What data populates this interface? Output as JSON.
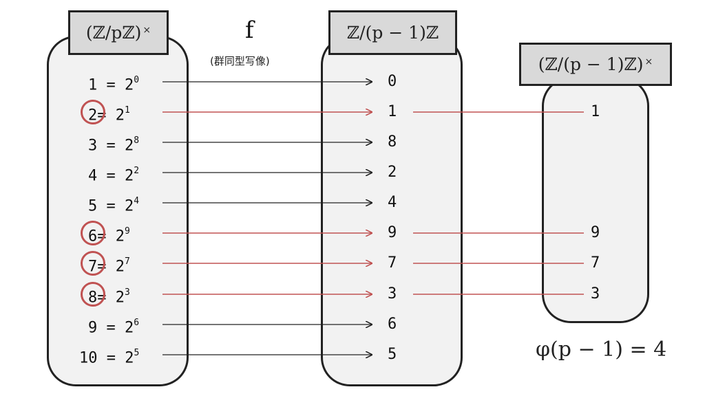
{
  "map": {
    "name": "f",
    "subtitle": "(群同型写像)"
  },
  "domain_set": {
    "label": "(ℤ/pℤ)",
    "label_sup": "×"
  },
  "middle_set": {
    "label": "ℤ/(p − 1)ℤ"
  },
  "right_set": {
    "label": "(ℤ/(p − 1)ℤ)",
    "label_sup": "×"
  },
  "rows": [
    {
      "n": "1",
      "eq": " = 2",
      "exp": "0",
      "img": "0",
      "circled": false
    },
    {
      "n": "2",
      "eq": "= 2",
      "exp": "1",
      "img": "1",
      "circled": true
    },
    {
      "n": "3",
      "eq": " = 2",
      "exp": "8",
      "img": "8",
      "circled": false
    },
    {
      "n": "4",
      "eq": " = 2",
      "exp": "2",
      "img": "2",
      "circled": false
    },
    {
      "n": "5",
      "eq": " = 2",
      "exp": "4",
      "img": "4",
      "circled": false
    },
    {
      "n": "6",
      "eq": "= 2",
      "exp": "9",
      "img": "9",
      "circled": true
    },
    {
      "n": "7",
      "eq": "= 2",
      "exp": "7",
      "img": "7",
      "circled": true
    },
    {
      "n": "8",
      "eq": "= 2",
      "exp": "3",
      "img": "3",
      "circled": true
    },
    {
      "n": "9",
      "eq": " = 2",
      "exp": "6",
      "img": "6",
      "circled": false
    },
    {
      "n": "10",
      "eq": " = 2",
      "exp": "5",
      "img": "5",
      "circled": false
    }
  ],
  "units": [
    "1",
    "9",
    "7",
    "3"
  ],
  "totient": "φ(p − 1) = 4",
  "colors": {
    "highlight": "#c05252",
    "arrow": "#222222",
    "box_fill": "#f2f2f2",
    "tag_fill": "#d9d9d9"
  }
}
